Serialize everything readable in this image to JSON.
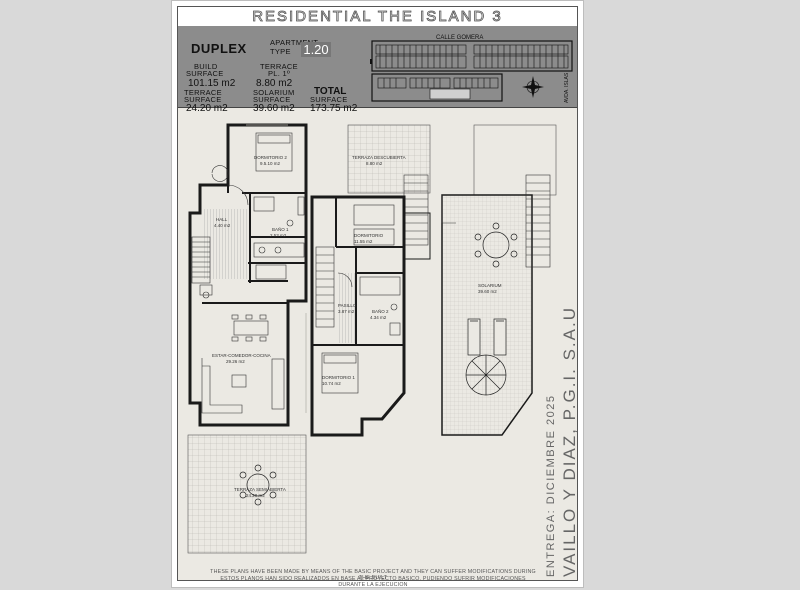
{
  "project_title": "RESIDENTIAL THE ISLAND 3",
  "type_block": {
    "type_name": "DUPLEX",
    "apartment_label_1": "APARTMENT",
    "apartment_label_2": "TYPE",
    "apartment_number": "1.20"
  },
  "surfaces": {
    "build_label_1": "BUILD",
    "build_label_2": "SURFACE",
    "build_value": "101.15 m2",
    "terrace_pl_label_1": "TERRACE",
    "terrace_pl_label_2": "PL. 1º",
    "terrace_pl_value": "8.80 m2",
    "terrace_label_1": "TERRACE",
    "terrace_label_2": "SURFACE",
    "terrace_value": "24.20 m2",
    "solarium_label_1": "SOLARIUM",
    "solarium_label_2": "SURFACE",
    "solarium_value": "39.60 m2",
    "total_label_1": "TOTAL",
    "total_label_2": "SURFACE",
    "total_value": "173.75 m2"
  },
  "site_plan": {
    "street_top": "CALLE GOMERA",
    "street_right": "AVDA. ISLAS"
  },
  "rooms": {
    "dormitorio_2": "DORMITORIO 2",
    "dormitorio_2_area": "9.5.10 m2",
    "hall": "HALL",
    "hall_area": "4.40 m2",
    "bano_1": "BAÑO 1",
    "bano_1_area": "2.53 m2",
    "estar": "ESTAR-COMEDOR-COCINA",
    "estar_area": "29.26 m2",
    "terraza_semi": "TERRAZA SEMIABIERTA",
    "terraza_semi_area": "24.20 m2",
    "terraza_desc": "TERRAZA DESCUBIERTA",
    "terraza_desc_area": "8.80 m2",
    "bano_2": "BAÑO 2",
    "bano_2_area": "4.34 m2",
    "pasillo": "PASILLO",
    "pasillo_area": "3.87 m2",
    "dorm_1": "DORMITORIO 1",
    "dorm_1_area": "10.74 m2",
    "dorm_upper": "DORMITORIO",
    "dorm_upper_area": "11.55 m2",
    "solarium": "SOLARIUM",
    "solarium_area": "39.60 m2"
  },
  "side_text": {
    "line1": "ENTREGA: DICIEMBRE 2025",
    "line2": "VAILLO Y DIAZ, P.G.I. S.A.U"
  },
  "footer": {
    "line1": "THESE PLANS HAVE BEEN MADE BY MEANS OF THE BASIC PROJECT AND THEY CAN SUFFER MODIFICATIONS DURING THE BUILT",
    "line2": "ESTOS PLANOS HAN SIDO REALIZADOS EN BASE AL PROYECTO BASICO, PUDIENDO SUFRIR MODIFICACIONES DURANTE LA EJECUCION"
  },
  "colors": {
    "header_bg": "#8c8c8c",
    "plan_bg": "#ebe9e3",
    "wall": "#1a1a1a"
  }
}
